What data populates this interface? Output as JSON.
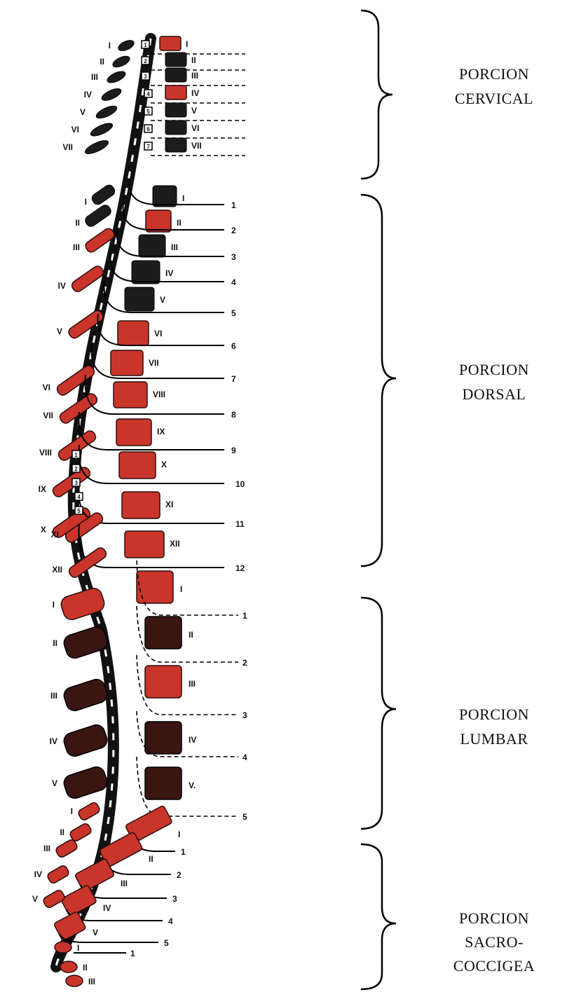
{
  "sections": [
    {
      "key": "cervical",
      "line1": "PORCION",
      "line2": "CERVICAL"
    },
    {
      "key": "dorsal",
      "line1": "PORCION",
      "line2": "DORSAL"
    },
    {
      "key": "lumbar",
      "line1": "PORCION",
      "line2": "LUMBAR"
    },
    {
      "key": "sacro",
      "line1": "PORCION",
      "line2": "SACRO-",
      "line3": "COCCIGEA"
    }
  ],
  "cervical": {
    "spinous_labels": [
      "I",
      "II",
      "III",
      "IV",
      "V",
      "VI",
      "VII"
    ],
    "body_labels": [
      "I",
      "II",
      "III",
      "IV",
      "V",
      "VI",
      "VII"
    ],
    "segment_numbers": [
      "1",
      "2",
      "3",
      "4",
      "5",
      "6",
      "7"
    ]
  },
  "dorsal": {
    "spinous_labels": [
      "I",
      "II",
      "III",
      "IV",
      "V",
      "VI",
      "VII",
      "VIII",
      "IX",
      "X",
      "XI",
      "XII"
    ],
    "body_labels": [
      "I",
      "II",
      "III",
      "IV",
      "V",
      "VI",
      "VII",
      "VIII",
      "IX",
      "X",
      "XI",
      "XII"
    ],
    "nerve_numbers": [
      "1",
      "2",
      "3",
      "4",
      "5",
      "6",
      "7",
      "8",
      "9",
      "10",
      "11",
      "12"
    ],
    "segment_numbers": [
      "1",
      "2",
      "3",
      "4",
      "5"
    ]
  },
  "lumbar": {
    "spinous_labels": [
      "I",
      "II",
      "III",
      "IV",
      "V"
    ],
    "body_labels": [
      "I",
      "II",
      "III",
      "IV",
      "V."
    ],
    "nerve_numbers": [
      "1",
      "2",
      "3",
      "4",
      "5"
    ]
  },
  "sacro": {
    "spinous_labels": [
      "I",
      "II",
      "III",
      "IV",
      "V"
    ],
    "body_labels": [
      "I",
      "II",
      "III",
      "IV",
      "V"
    ],
    "nerve_numbers": [
      "1",
      "2",
      "3",
      "4",
      "5"
    ],
    "coccyx_labels": [
      "I",
      "II",
      "III"
    ],
    "coccyx_nerve": "1"
  },
  "colors": {
    "bone_red": "#c9352b",
    "bone_dark": "#1c1c1c",
    "line": "#000000"
  }
}
